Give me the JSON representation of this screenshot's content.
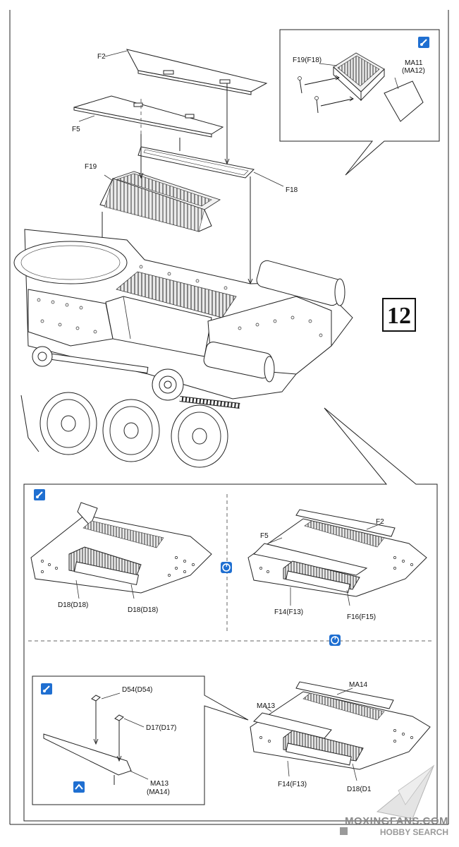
{
  "step": {
    "number": "12"
  },
  "main": {
    "labels": {
      "f2": "F2",
      "f5": "F5",
      "f19": "F19",
      "f18": "F18"
    }
  },
  "inset_top": {
    "labels": {
      "f19_f18": "F19(F18)",
      "ma11": "MA11",
      "ma12": "(MA12)"
    }
  },
  "detail_panel": {
    "left": {
      "d18_a": "D18(D18)",
      "d18_b": "D18(D18)"
    },
    "right": {
      "f2": "F2",
      "f5": "F5",
      "f14": "F14(F13)",
      "f16": "F16(F15)"
    },
    "bottom_inset": {
      "d54": "D54(D54)",
      "d17": "D17(D17)",
      "ma13": "MA13",
      "ma14": "(MA14)"
    },
    "bottom_right": {
      "ma14": "MA14",
      "ma13": "MA13",
      "f14": "F14(F13)",
      "d18": "D18(D1"
    }
  },
  "icons": {
    "glue": "glue-icon",
    "alternative": "alternative-icon",
    "bend_up": "bend-up-icon",
    "glue_color": "#1f6fd1"
  },
  "watermark": {
    "line1": "MOXINGFANS.COM",
    "line2": "HOBBY SEARCH"
  }
}
